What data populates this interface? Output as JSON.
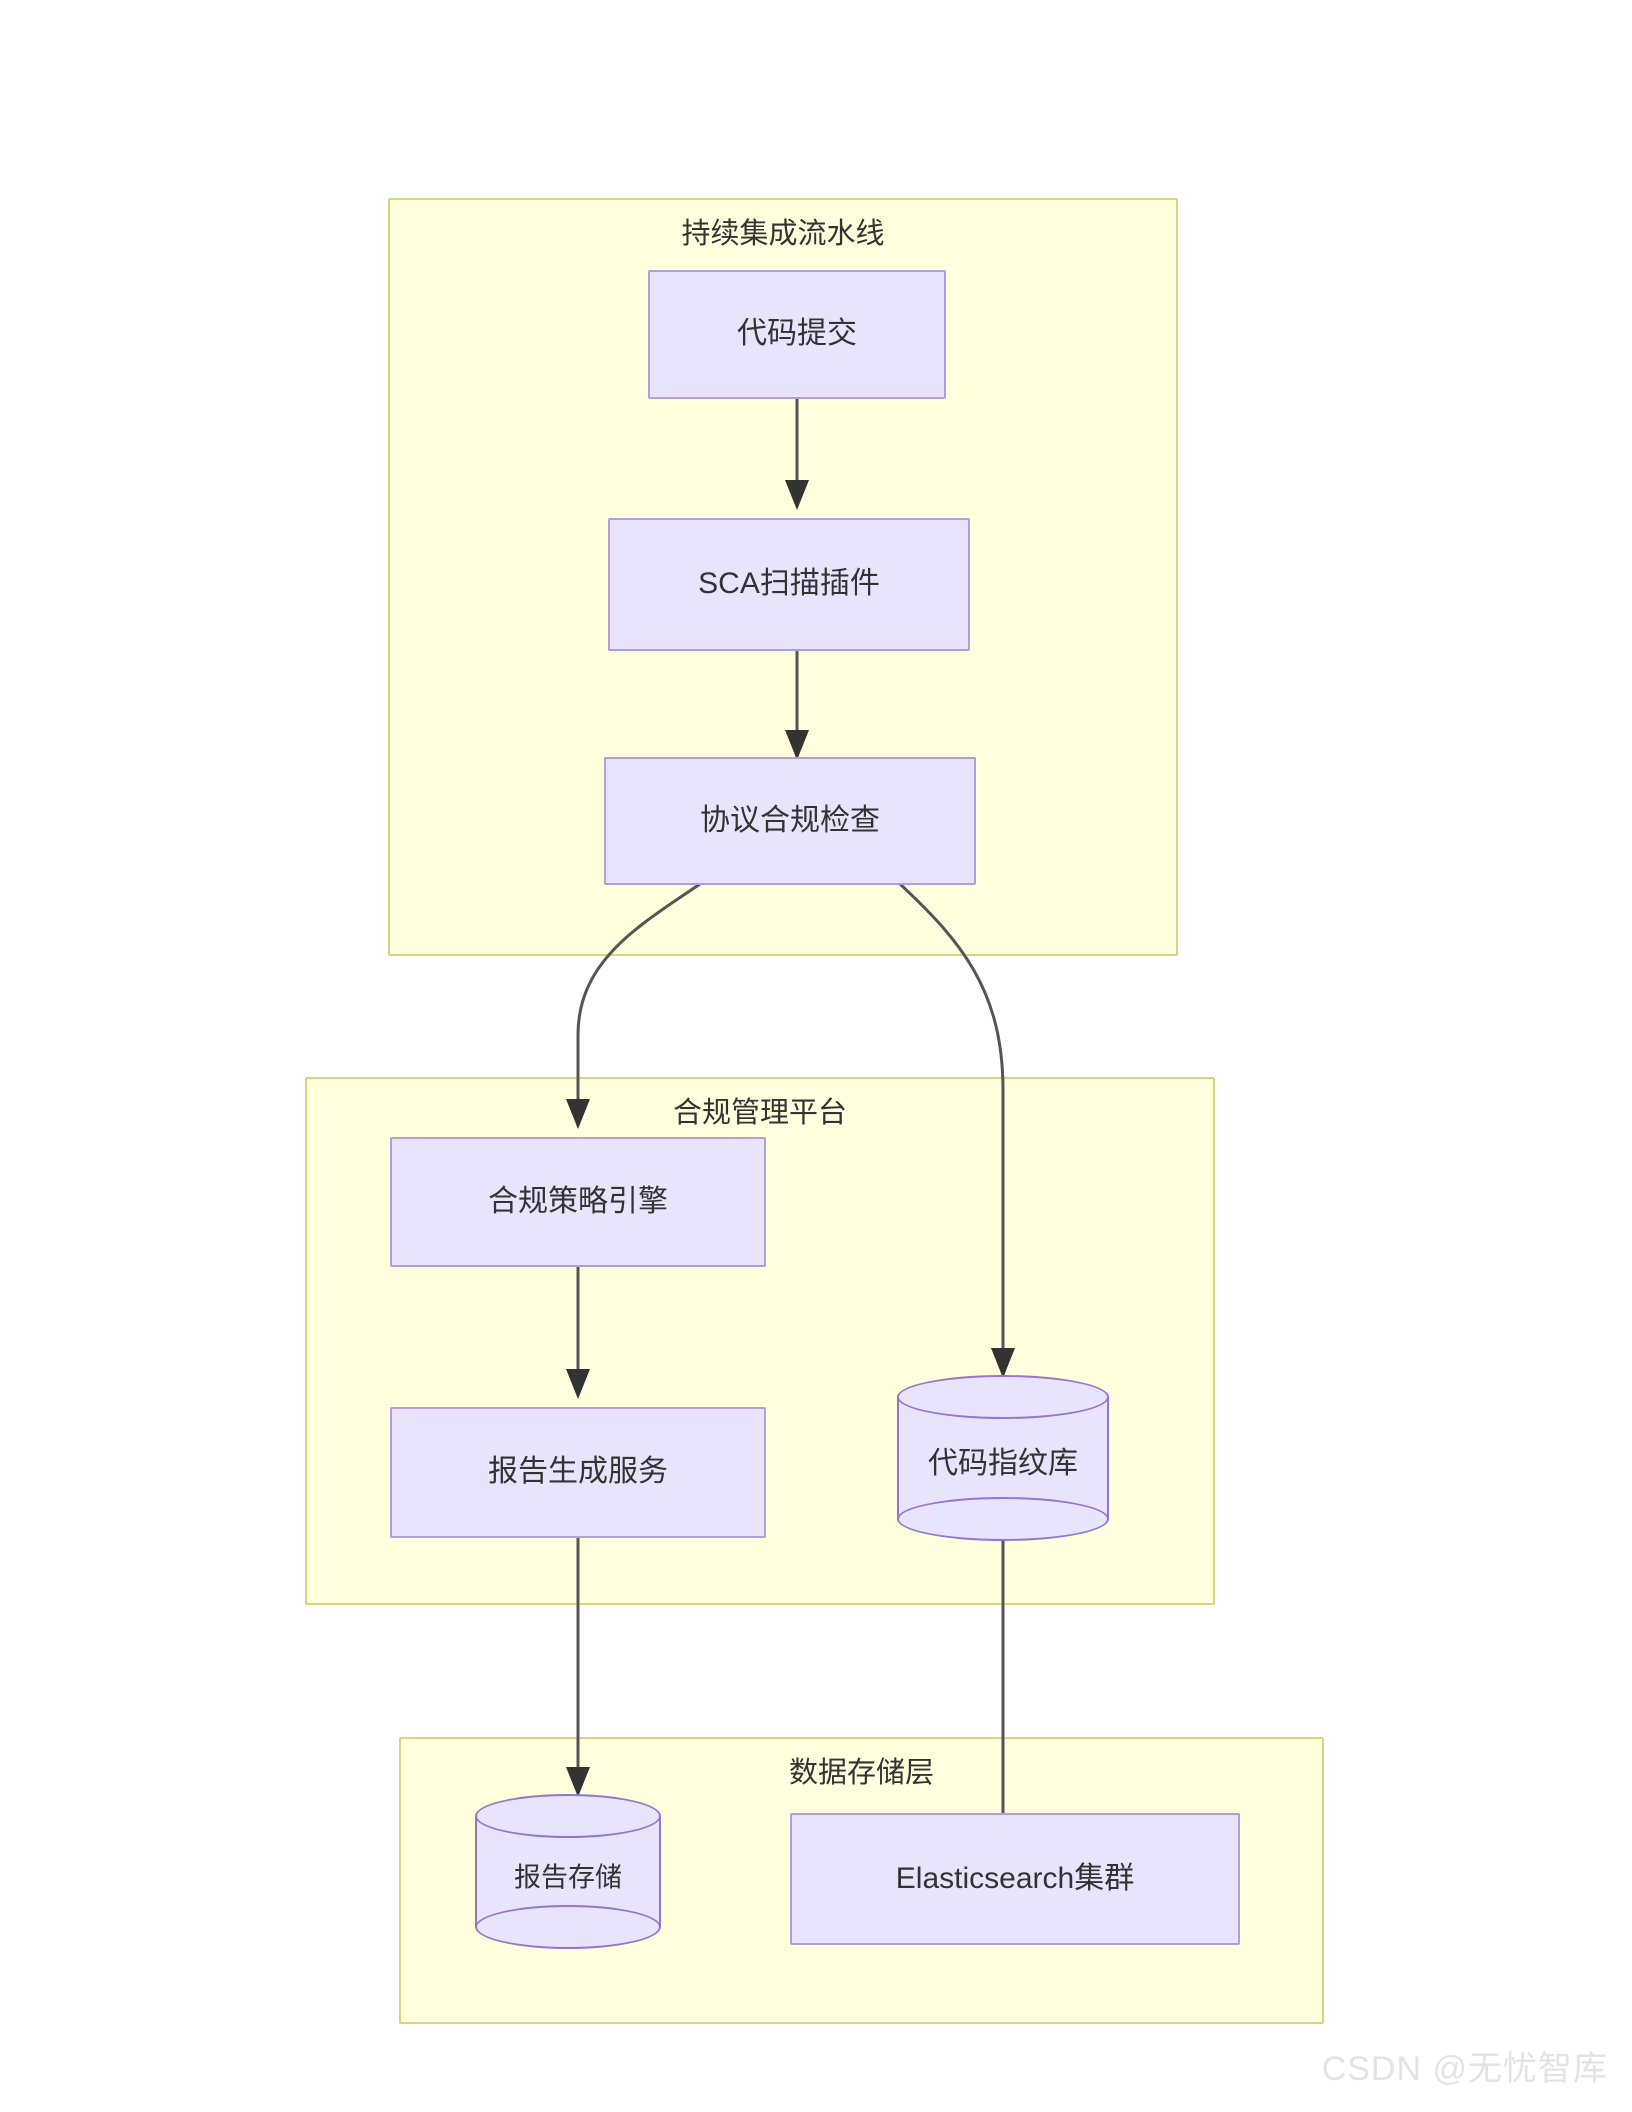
{
  "diagram": {
    "type": "flowchart",
    "direction": "top-to-bottom",
    "background": "#ffffff",
    "subgraph_fill": "#ffffde",
    "subgraph_stroke": "#d6d67d",
    "node_fill": "#e8e4fb",
    "node_stroke": "#b39ddb",
    "db_stroke": "#9575cd",
    "edge_color": "#333333",
    "subgraphs": [
      {
        "id": "ci",
        "title": "持续集成流水线",
        "nodes": [
          "code_commit",
          "sca_plugin",
          "license_check"
        ]
      },
      {
        "id": "platform",
        "title": "合规管理平台",
        "nodes": [
          "policy_engine",
          "report_service",
          "fingerprint_db"
        ]
      },
      {
        "id": "storage",
        "title": "数据存储层",
        "nodes": [
          "report_store",
          "es_cluster"
        ]
      }
    ],
    "nodes": [
      {
        "id": "code_commit",
        "label": "代码提交",
        "shape": "rect"
      },
      {
        "id": "sca_plugin",
        "label": "SCA扫描插件",
        "shape": "rect"
      },
      {
        "id": "license_check",
        "label": "协议合规检查",
        "shape": "rect"
      },
      {
        "id": "policy_engine",
        "label": "合规策略引擎",
        "shape": "rect"
      },
      {
        "id": "report_service",
        "label": "报告生成服务",
        "shape": "rect"
      },
      {
        "id": "fingerprint_db",
        "label": "代码指纹库",
        "shape": "cylinder"
      },
      {
        "id": "report_store",
        "label": "报告存储",
        "shape": "cylinder"
      },
      {
        "id": "es_cluster",
        "label": "Elasticsearch集群",
        "shape": "rect"
      }
    ],
    "edges": [
      {
        "from": "code_commit",
        "to": "sca_plugin",
        "arrow": true
      },
      {
        "from": "sca_plugin",
        "to": "license_check",
        "arrow": true
      },
      {
        "from": "license_check",
        "to": "policy_engine",
        "arrow": true
      },
      {
        "from": "license_check",
        "to": "fingerprint_db",
        "arrow": true
      },
      {
        "from": "policy_engine",
        "to": "report_service",
        "arrow": true
      },
      {
        "from": "report_service",
        "to": "report_store",
        "arrow": true
      },
      {
        "from": "fingerprint_db",
        "to": "es_cluster",
        "arrow": false
      }
    ]
  },
  "watermark": {
    "text": "CSDN @无忧智库"
  }
}
